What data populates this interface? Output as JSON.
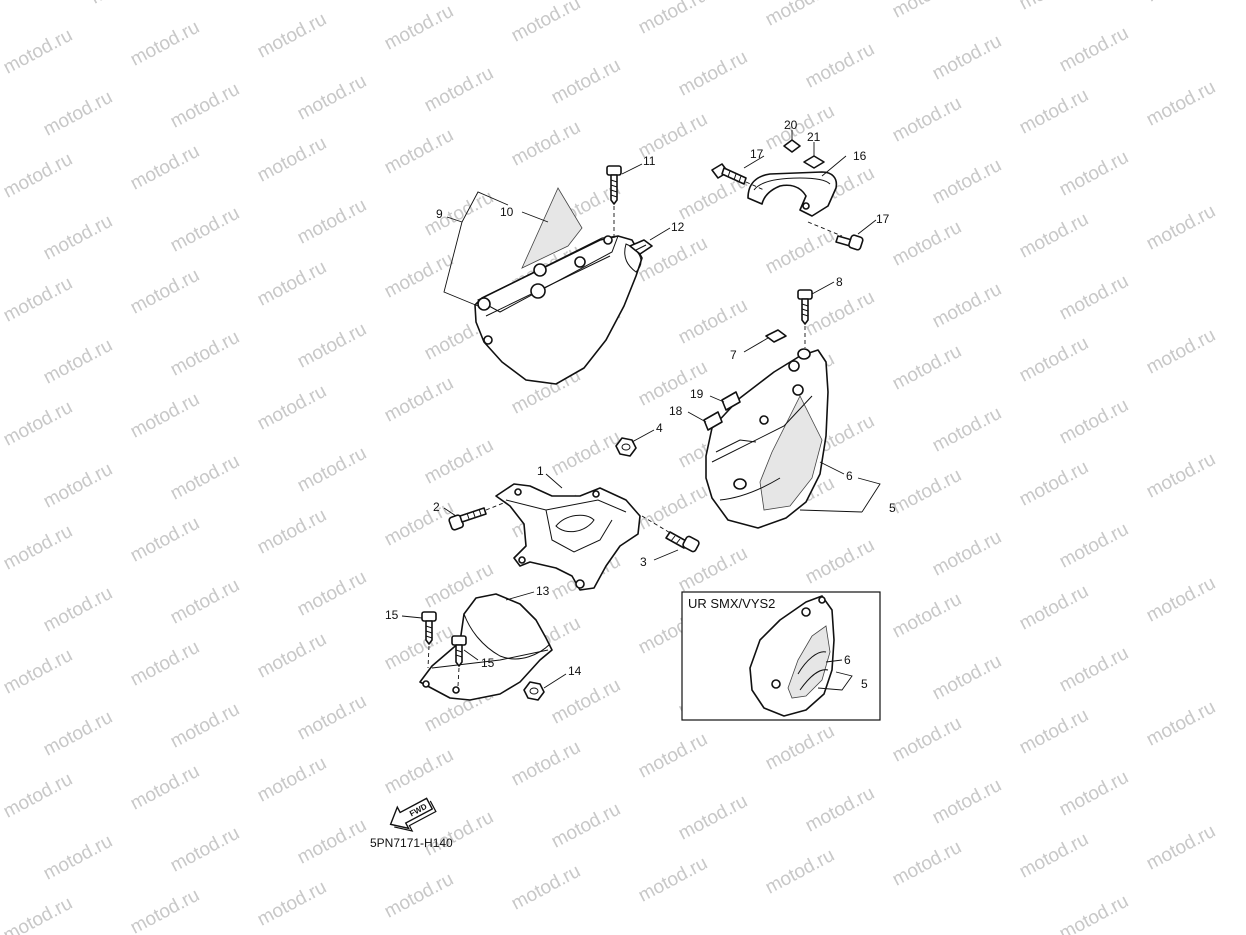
{
  "watermark": {
    "text": "motod.ru"
  },
  "callouts": {
    "c1": "1",
    "c2": "2",
    "c3": "3",
    "c4": "4",
    "c5": "5",
    "c6": "6",
    "c7": "7",
    "c8": "8",
    "c9": "9",
    "c10": "10",
    "c11": "11",
    "c12": "12",
    "c13": "13",
    "c14": "14",
    "c15a": "15",
    "c15b": "15",
    "c16": "16",
    "c17a": "17",
    "c17b": "17",
    "c18": "18",
    "c19": "19",
    "c20": "20",
    "c21": "21",
    "inset5": "5",
    "inset6": "6"
  },
  "inset": {
    "title": "UR SMX/VYS2"
  },
  "fwd": {
    "label": "FWD"
  },
  "drawing_code": "5PN7171-H140"
}
